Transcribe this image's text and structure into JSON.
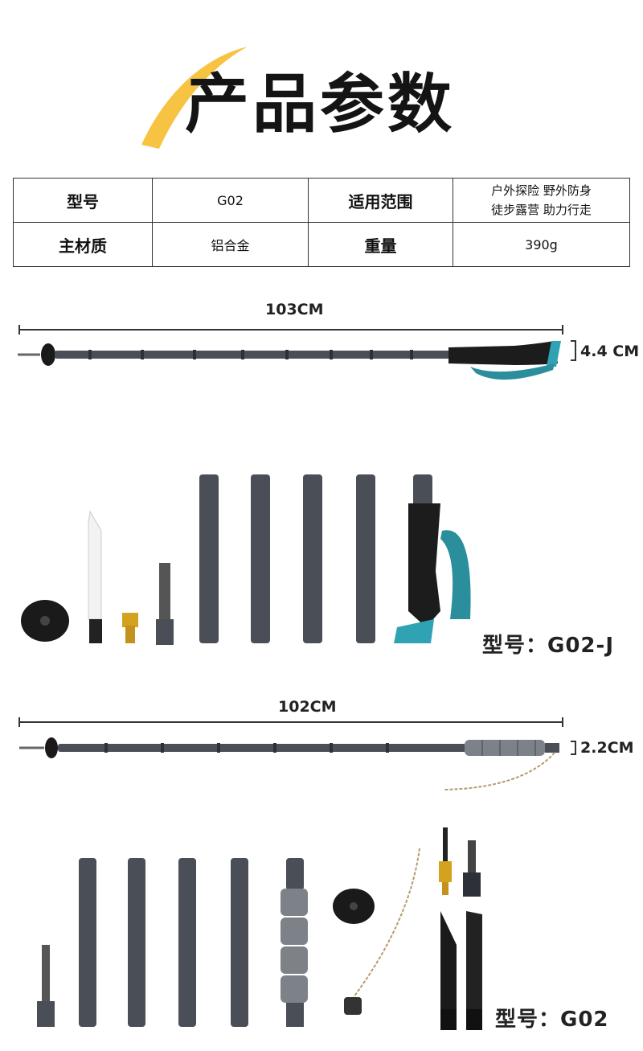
{
  "title": "产品参数",
  "spec_table": {
    "rows": [
      {
        "k1": "型号",
        "v1": "G02",
        "k2": "适用范围",
        "v2_line1": "户外探险  野外防身",
        "v2_line2": "徒步露营  助力行走"
      },
      {
        "k1": "主材质",
        "v1": "铝合金",
        "k2": "重量",
        "v2": "390g"
      }
    ]
  },
  "product_a": {
    "length_label": "103CM",
    "diameter_label": "4.4 CM",
    "model_label": "型号：G02-J"
  },
  "product_b": {
    "length_label": "102CM",
    "diameter_label": "2.2CM",
    "model_label": "型号：G02"
  },
  "colors": {
    "pole": "#4a4f57",
    "pole_dark": "#2d3137",
    "accent_teal": "#2fa3b3",
    "foam_grey": "#7d8188",
    "brass": "#d4a21e",
    "swoosh_yellow": "#f6c342"
  }
}
